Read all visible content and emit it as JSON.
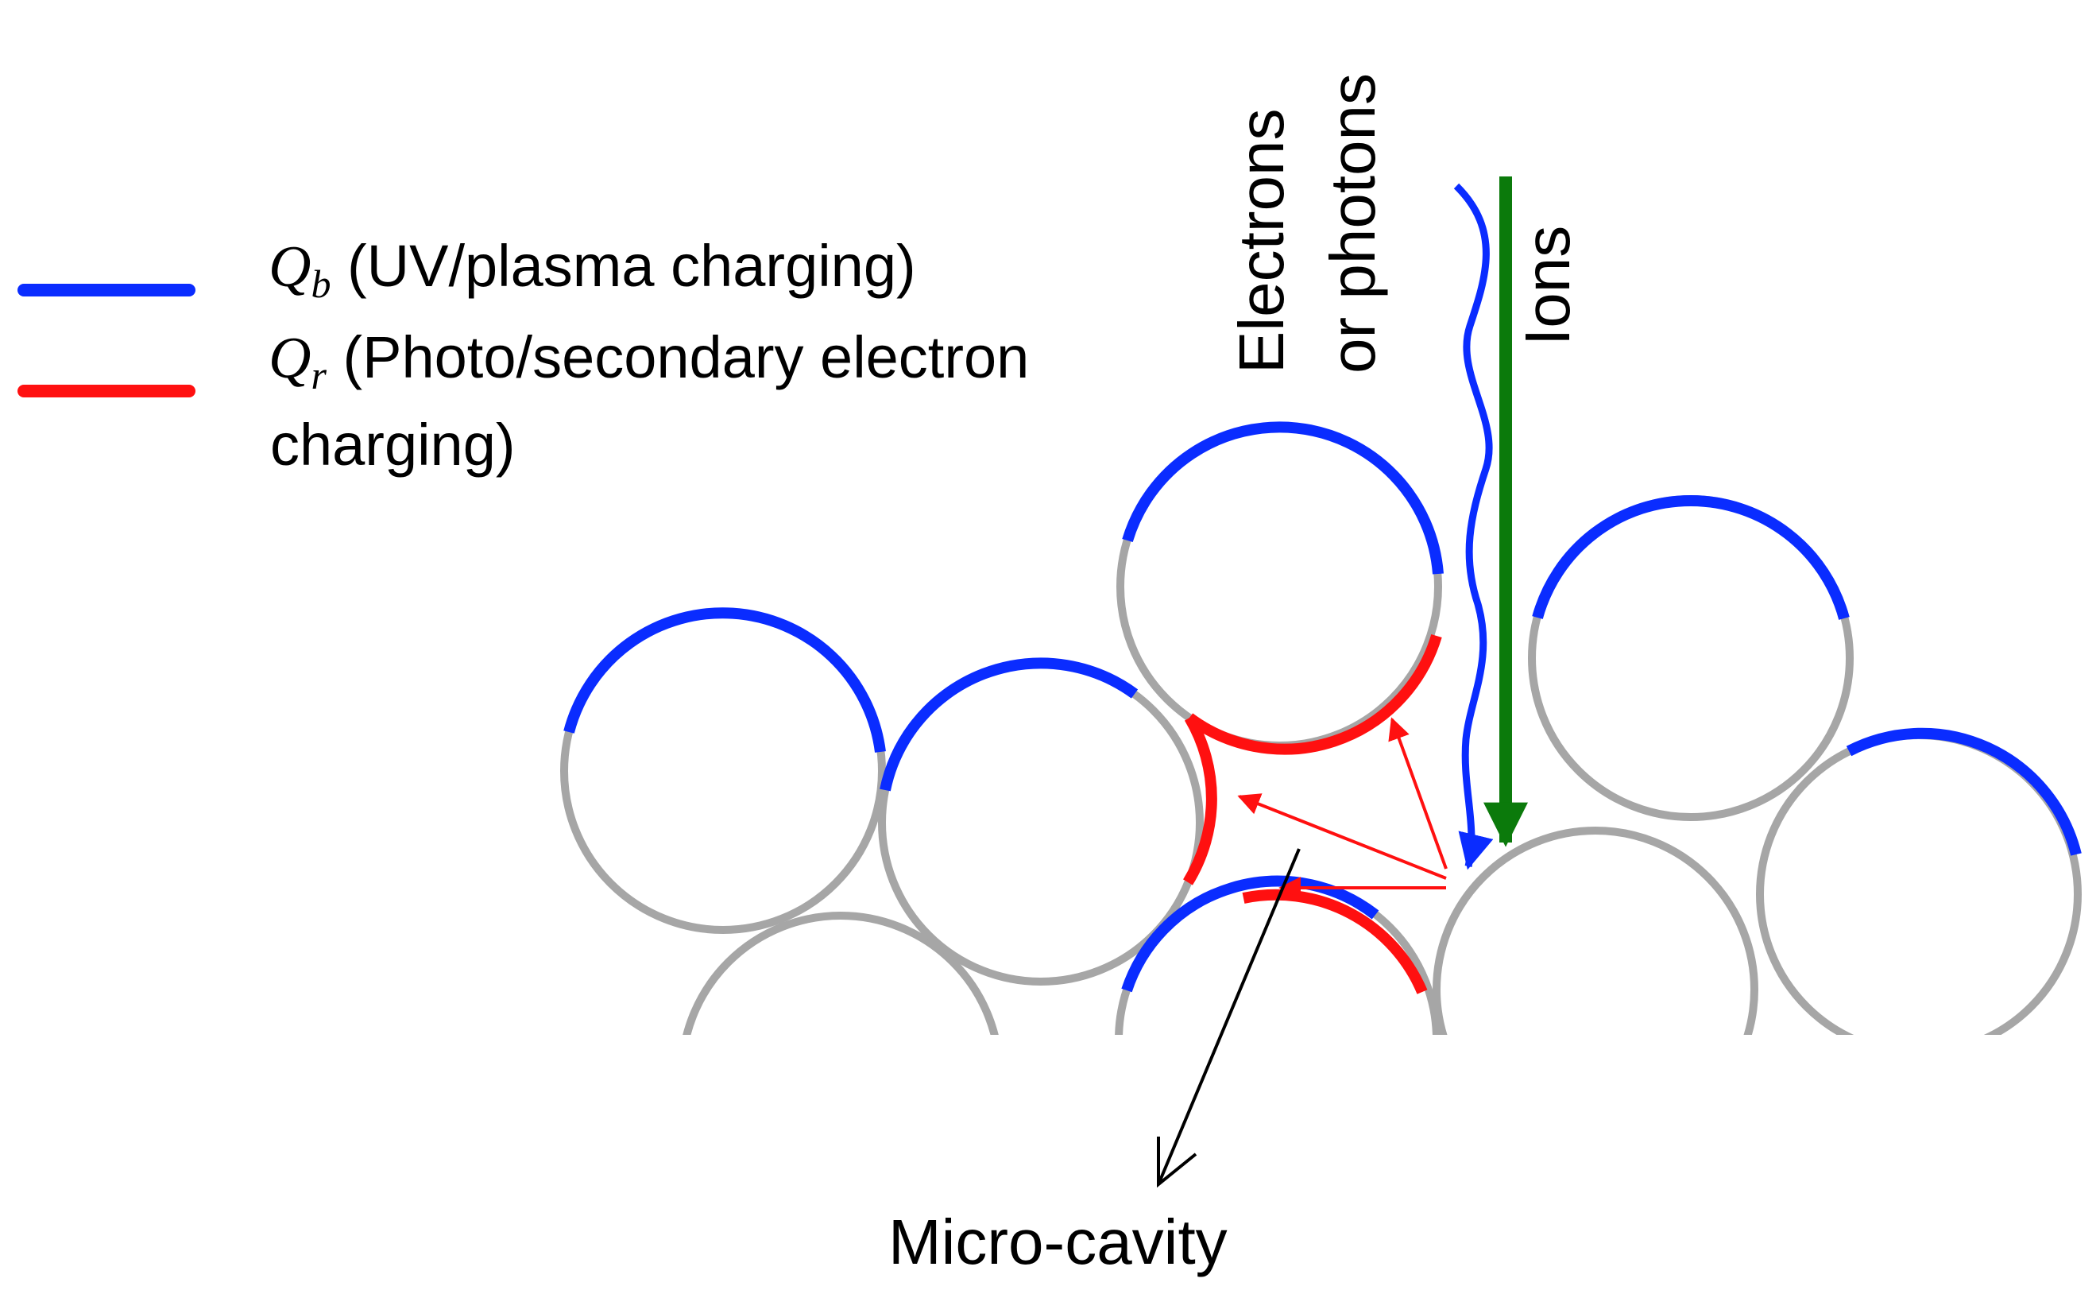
{
  "legend": {
    "items": [
      {
        "symbol": "Q",
        "subscript": "b",
        "text": " (UV/plasma charging)",
        "text_line2": "",
        "color": "#0a2cff"
      },
      {
        "symbol": "Q",
        "subscript": "r",
        "text": " (Photo/secondary electron",
        "text_line2": "charging)",
        "color": "#ff1010"
      }
    ]
  },
  "labels": {
    "electrons_line1": "Electrons",
    "electrons_line2": "or photons",
    "ions": "Ions",
    "micro_cavity": "Micro-cavity"
  },
  "colors": {
    "blue_charge": "#0a2cff",
    "red_charge": "#ff1010",
    "particle_outline": "#a6a6a6",
    "ion_arrow": "#0b7a0b",
    "pointer": "#000000"
  }
}
